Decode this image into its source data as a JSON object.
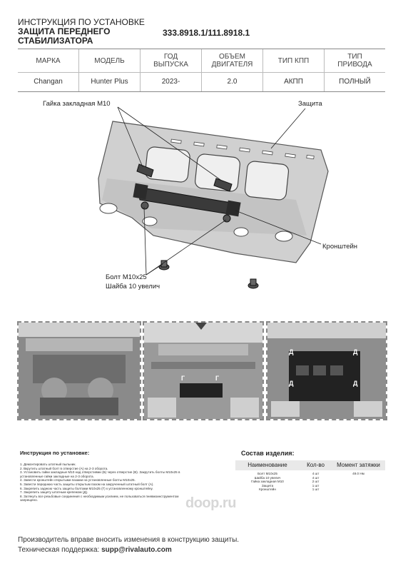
{
  "header": {
    "title_line1": "ИНСТРУКЦИЯ ПО УСТАНОВКЕ",
    "title_line2": "ЗАЩИТА ПЕРЕДНЕГО",
    "title_line3": "СТАБИЛИЗАТОРА",
    "part_code": "333.8918.1/111.8918.1"
  },
  "spec": {
    "headers": [
      "МАРКА",
      "МОДЕЛЬ",
      "ГОД ВЫПУСКА",
      "ОБЪЕМ ДВИГАТЕЛЯ",
      "ТИП КПП",
      "ТИП ПРИВОДА"
    ],
    "headers_split": [
      [
        "МАРКА",
        ""
      ],
      [
        "МОДЕЛЬ",
        ""
      ],
      [
        "ГОД",
        "ВЫПУСКА"
      ],
      [
        "ОБЪЕМ",
        "ДВИГАТЕЛЯ"
      ],
      [
        "ТИП КПП",
        ""
      ],
      [
        "ТИП",
        "ПРИВОДА"
      ]
    ],
    "values": [
      "Changan",
      "Hunter Plus",
      "2023-",
      "2.0",
      "АКПП",
      "ПОЛНЫЙ"
    ]
  },
  "diagram": {
    "label_nut": "Гайка закладная М10",
    "label_guard": "Защита",
    "label_bracket": "Кронштейн",
    "label_bolt": "Болт М10х25",
    "label_washer": "Шайба 10 увелич"
  },
  "photos": {
    "letters_p2": [
      "Г",
      "Г"
    ],
    "letters_p3": [
      "Д",
      "Д",
      "Д",
      "Д"
    ]
  },
  "instructions": {
    "title": "Инструкция по установке:",
    "steps": [
      "1. Демонтировать штатный пыльник.",
      "2. Вкрутить штатный болт в отверстие (А) на 2-3 оборота.",
      "3. Установить гайки закладные М10 над отверстиями (Б) через отверстие (В). Закрутить болты М10х25 в",
      "установленные гайки закладные на 2-3 оборота.",
      "4. Завести кронштейн открытыми пазами на установленные болты М10х25.",
      "5. Завести переднюю часть защиты открытым пазом на закрученный штатный болт (А).",
      "6. Закрепить заднюю часть защиты болтами М10х25 (Г) к установленному кронштейну.",
      "7. Закрепить защиту штатным крепежом (Д).",
      "8. Затянуть все резьбовые соединения с необходимым усилием, не пользоваться пневмоинструментом",
      "запрещено."
    ]
  },
  "kit": {
    "title": "Состав изделия:",
    "headers": [
      "Наименование",
      "Кол-во",
      "Момент затяжки"
    ],
    "rows": [
      {
        "name": "Болт М10х25",
        "qty": "4 шт",
        "torque": "49.0 Нм"
      },
      {
        "name": "Шайба 10 увелич",
        "qty": "4 шт",
        "torque": ""
      },
      {
        "name": "Гайка закладная М10",
        "qty": "2 шт",
        "torque": ""
      },
      {
        "name": "Защита",
        "qty": "1 шт",
        "torque": ""
      },
      {
        "name": "Кронштейн",
        "qty": "1 шт",
        "torque": ""
      }
    ]
  },
  "watermark": "doop.ru",
  "footer": {
    "line1": "Производитель вправе вносить изменения в конструкцию защиты.",
    "line2_label": "Техническая поддержка: ",
    "line2_email": "supp@rivalauto.com"
  },
  "colors": {
    "guard_fill": "#c9c9c9",
    "guard_dark": "#555555",
    "photo_bg": "#7a7a7a",
    "accent_letter_bg": "#111111"
  }
}
